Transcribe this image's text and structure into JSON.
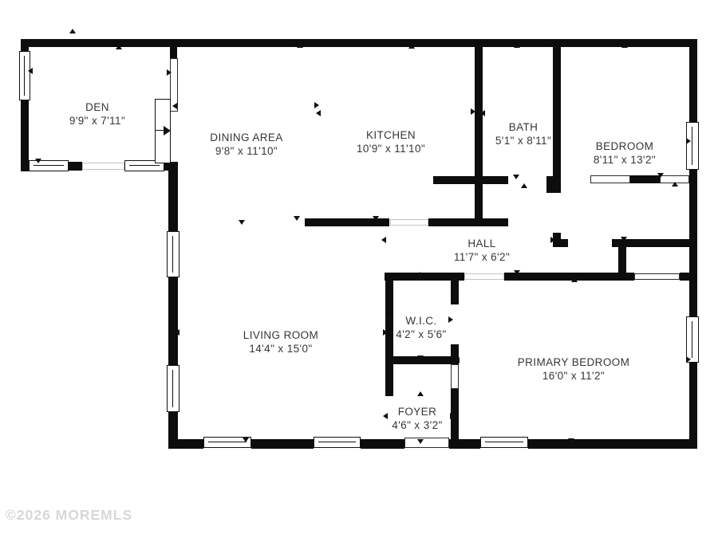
{
  "watermark": "©2026 MOREMLS",
  "rooms": [
    {
      "id": "den",
      "name": "DEN",
      "dims": "9'9\" x 7'11\""
    },
    {
      "id": "dining",
      "name": "DINING AREA",
      "dims": "9'8\" x 11'10\""
    },
    {
      "id": "kitchen",
      "name": "KITCHEN",
      "dims": "10'9\" x 11'10\""
    },
    {
      "id": "bath",
      "name": "BATH",
      "dims": "5'1\" x 8'11\""
    },
    {
      "id": "bedroom",
      "name": "BEDROOM",
      "dims": "8'11\" x 13'2\""
    },
    {
      "id": "hall",
      "name": "HALL",
      "dims": "11'7\" x 6'2\""
    },
    {
      "id": "living",
      "name": "LIVING ROOM",
      "dims": "14'4\" x 15'0\""
    },
    {
      "id": "wic",
      "name": "W.I.C.",
      "dims": "4'2\" x 5'6\""
    },
    {
      "id": "primary",
      "name": "PRIMARY BEDROOM",
      "dims": "16'0\" x 11'2\""
    },
    {
      "id": "foyer",
      "name": "FOYER",
      "dims": "4'6\" x 3'2\""
    }
  ],
  "colors": {
    "wall": "#0d0d0d",
    "label_text": "#363636",
    "watermark": "#d7d7d7"
  },
  "arrows": [
    [
      91,
      42,
      "up"
    ],
    [
      149,
      62,
      "up"
    ],
    [
      376,
      60,
      "up"
    ],
    [
      516,
      61,
      "up"
    ],
    [
      648,
      60,
      "up"
    ],
    [
      783,
      60,
      "up"
    ],
    [
      41,
      89,
      "left"
    ],
    [
      48,
      199,
      "down"
    ],
    [
      209,
      91,
      "right"
    ],
    [
      222,
      133,
      "left"
    ],
    [
      394,
      132,
      "right"
    ],
    [
      402,
      142,
      "left"
    ],
    [
      303,
      276,
      "down"
    ],
    [
      372,
      271,
      "down"
    ],
    [
      471,
      271,
      "down"
    ],
    [
      590,
      140,
      "right"
    ],
    [
      608,
      142,
      "left"
    ],
    [
      647,
      219,
      "down"
    ],
    [
      657,
      236,
      "up"
    ],
    [
      860,
      177,
      "right"
    ],
    [
      828,
      217,
      "down"
    ],
    [
      846,
      234,
      "up"
    ],
    [
      782,
      297,
      "down"
    ],
    [
      484,
      301,
      "left"
    ],
    [
      690,
      301,
      "right"
    ],
    [
      648,
      339,
      "down"
    ],
    [
      720,
      354,
      "up"
    ],
    [
      527,
      347,
      "up"
    ],
    [
      490,
      401,
      "left"
    ],
    [
      562,
      401,
      "right"
    ],
    [
      480,
      417,
      "right"
    ],
    [
      527,
      446,
      "down"
    ],
    [
      576,
      452,
      "left"
    ],
    [
      860,
      451,
      "right"
    ],
    [
      527,
      497,
      "up"
    ],
    [
      486,
      522,
      "left"
    ],
    [
      564,
      522,
      "right"
    ],
    [
      527,
      551,
      "down"
    ],
    [
      225,
      417,
      "left"
    ],
    [
      308,
      549,
      "down"
    ],
    [
      716,
      550,
      "down"
    ]
  ]
}
